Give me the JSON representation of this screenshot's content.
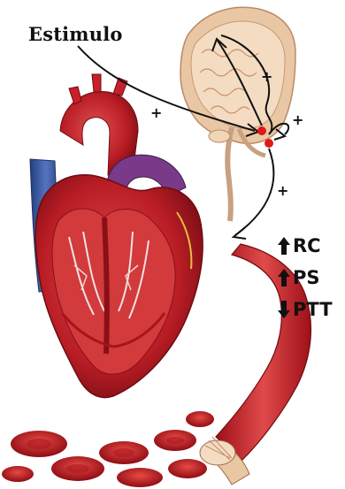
{
  "diagram": {
    "stimulus_label": "Estimulo",
    "plus_sign": "+",
    "indicators": [
      {
        "direction": "up",
        "label": "RC"
      },
      {
        "direction": "up",
        "label": "PS"
      },
      {
        "direction": "down",
        "label": "PTT"
      }
    ],
    "colors": {
      "heart_red": "#c8202a",
      "vessel_blue": "#3a5aa8",
      "aorta_purple": "#7a3a8a",
      "brain_tan": "#e9c7a4",
      "arrow": "#111111",
      "marker_red": "#e01818"
    }
  }
}
